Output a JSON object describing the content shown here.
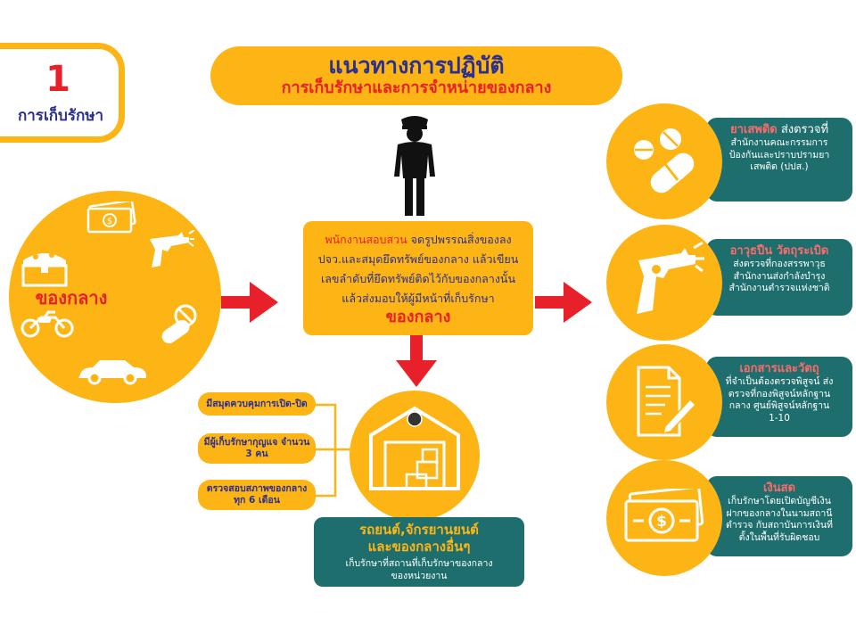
{
  "tab": {
    "number": "1",
    "label": "การเก็บรักษา"
  },
  "title": {
    "line1": "แนวทางการปฏิบัติ",
    "line2": "การเก็บรักษาและการจำหน่ายของกลาง"
  },
  "left_circle": {
    "label": "ของกลาง"
  },
  "center_box": {
    "line1_red": "พนักงานสอบสวน",
    "line1_rest": " จดรูปพรรณสิ่งของลง",
    "line2": "ปจว.และสมุดยึดทรัพย์ของกลาง แล้วเขียน",
    "line3": "เลขลำดับที่ยึดทรัพย์ติดไว้กับของกลางนั้น",
    "line4": "แล้วส่งมอบให้ผู้มีหน้าที่เก็บรักษา",
    "red_label": "ของกลาง"
  },
  "bracket_items": [
    "มีสมุดควบคุมการเปิด-ปิด",
    "มีผู้เก็บรักษากุญแจ จำนวน 3 คน",
    "ตรวจสอบสภาพของกลาง ทุก 6 เดือน"
  ],
  "storage_box": {
    "title1": "รถยนต์,จักรยานยนต์",
    "title2": "และของกลางอื่นๆ",
    "body1": "เก็บรักษาที่สถานที่เก็บรักษาของกลาง",
    "body2": "ของหน่วยงาน"
  },
  "right_items": [
    {
      "title": "ยาเสพติด",
      "title_suffix": " ส่งตรวจที่",
      "lines": [
        "สำนักงานคณะกรรมการ",
        "ป้องกันและปราบปรามยา",
        "เสพติด (ปปส.)"
      ]
    },
    {
      "title": "อาวุธปืน วัตถุระเบิด",
      "title_suffix": "",
      "lines": [
        "ส่งตรวจที่กองสรรพาวุธ",
        "สำนักงานส่งกำลังบำรุง",
        "สำนักงานตำรวจแห่งชาติ"
      ]
    },
    {
      "title": "เอกสารและวัตถุ",
      "title_suffix": "",
      "lines": [
        "ที่จำเป็นต้องตรวจพิสูจน์ ส่ง",
        "ตรวจที่กองพิสูจน์หลักฐาน",
        "กลาง  ศูนย์พิสูจน์หลักฐาน",
        "1-10"
      ]
    },
    {
      "title": "เงินสด",
      "title_suffix": "",
      "lines": [
        "เก็บรักษาโดยเปิดบัญชีเงิน",
        "ฝากของกลางในนามสถานี",
        "ตำรวจ กับสถาบันการเงินที่",
        "ตั้งในพื้นที่รับผิดชอบ"
      ]
    }
  ],
  "colors": {
    "yellow": "#fdb515",
    "teal": "#1e6e6e",
    "red": "#e8202a",
    "navy": "#2b2f8f"
  }
}
